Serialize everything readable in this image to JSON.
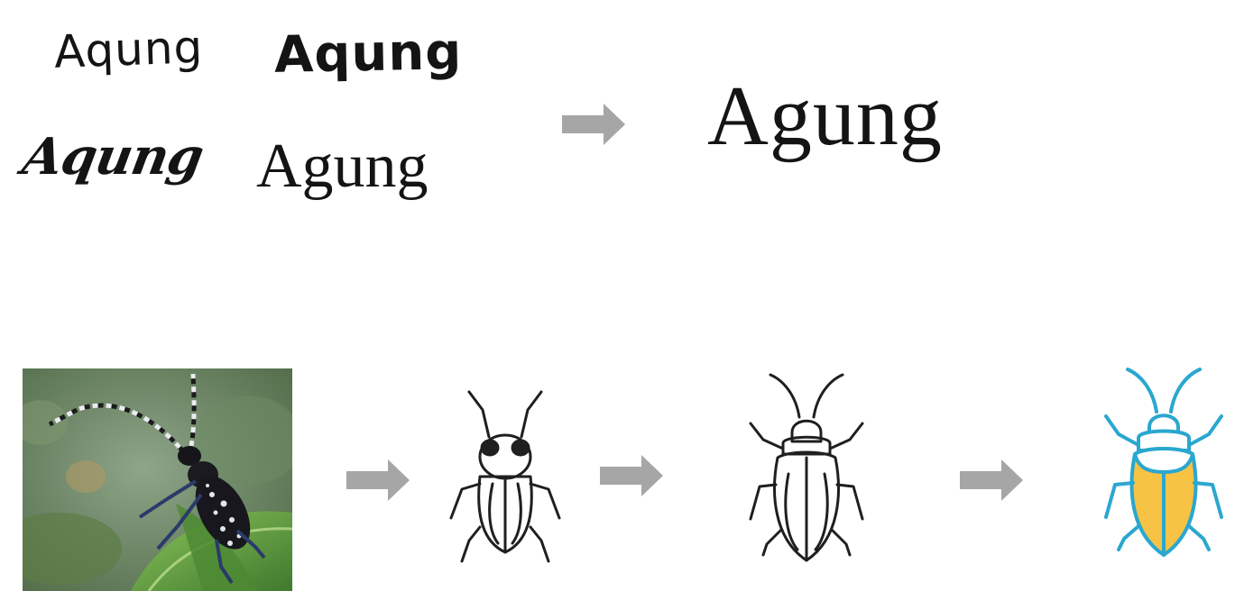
{
  "font_example": {
    "inputs": [
      {
        "text": "Aqung"
      },
      {
        "text": "Aqung"
      },
      {
        "text": "Aqung"
      },
      {
        "text": "Agung"
      }
    ],
    "output": {
      "text": "Agung"
    }
  },
  "colors": {
    "arrow": "#a6a6a6",
    "text": "#141414",
    "stroke": "#1f1f1f",
    "accent_outline": "#2aa7cf",
    "accent_fill": "#f7c344",
    "leaf_dark": "#3f7a2e",
    "leaf_light": "#76b24f"
  },
  "beetle_example": {
    "stages": [
      "photo",
      "filled-line-icon",
      "line-icon",
      "colored-icon"
    ]
  }
}
